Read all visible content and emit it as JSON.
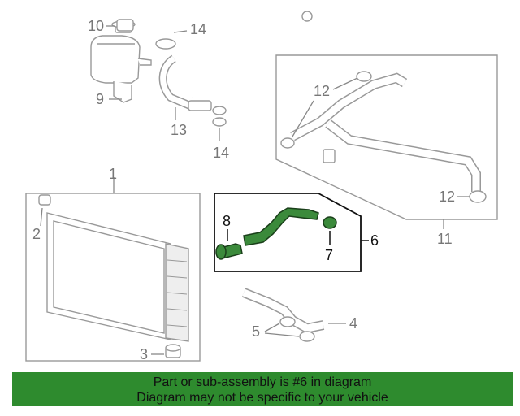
{
  "callouts": {
    "c10": "10",
    "c14a": "14",
    "c9": "9",
    "c13": "13",
    "c14b": "14",
    "c12a": "12",
    "c12b": "12",
    "c11": "11",
    "c1": "1",
    "c2": "2",
    "c3": "3",
    "c8": "8",
    "c7": "7",
    "c6": "6",
    "c5": "5",
    "c4": "4"
  },
  "banner": {
    "line1": "Part or sub-assembly is #6 in diagram",
    "line2": "Diagram may not be specific to your vehicle"
  },
  "colors": {
    "highlight_part": "#3b8a3b",
    "banner_bg": "#2e8b2e",
    "line_art": "#999999"
  }
}
